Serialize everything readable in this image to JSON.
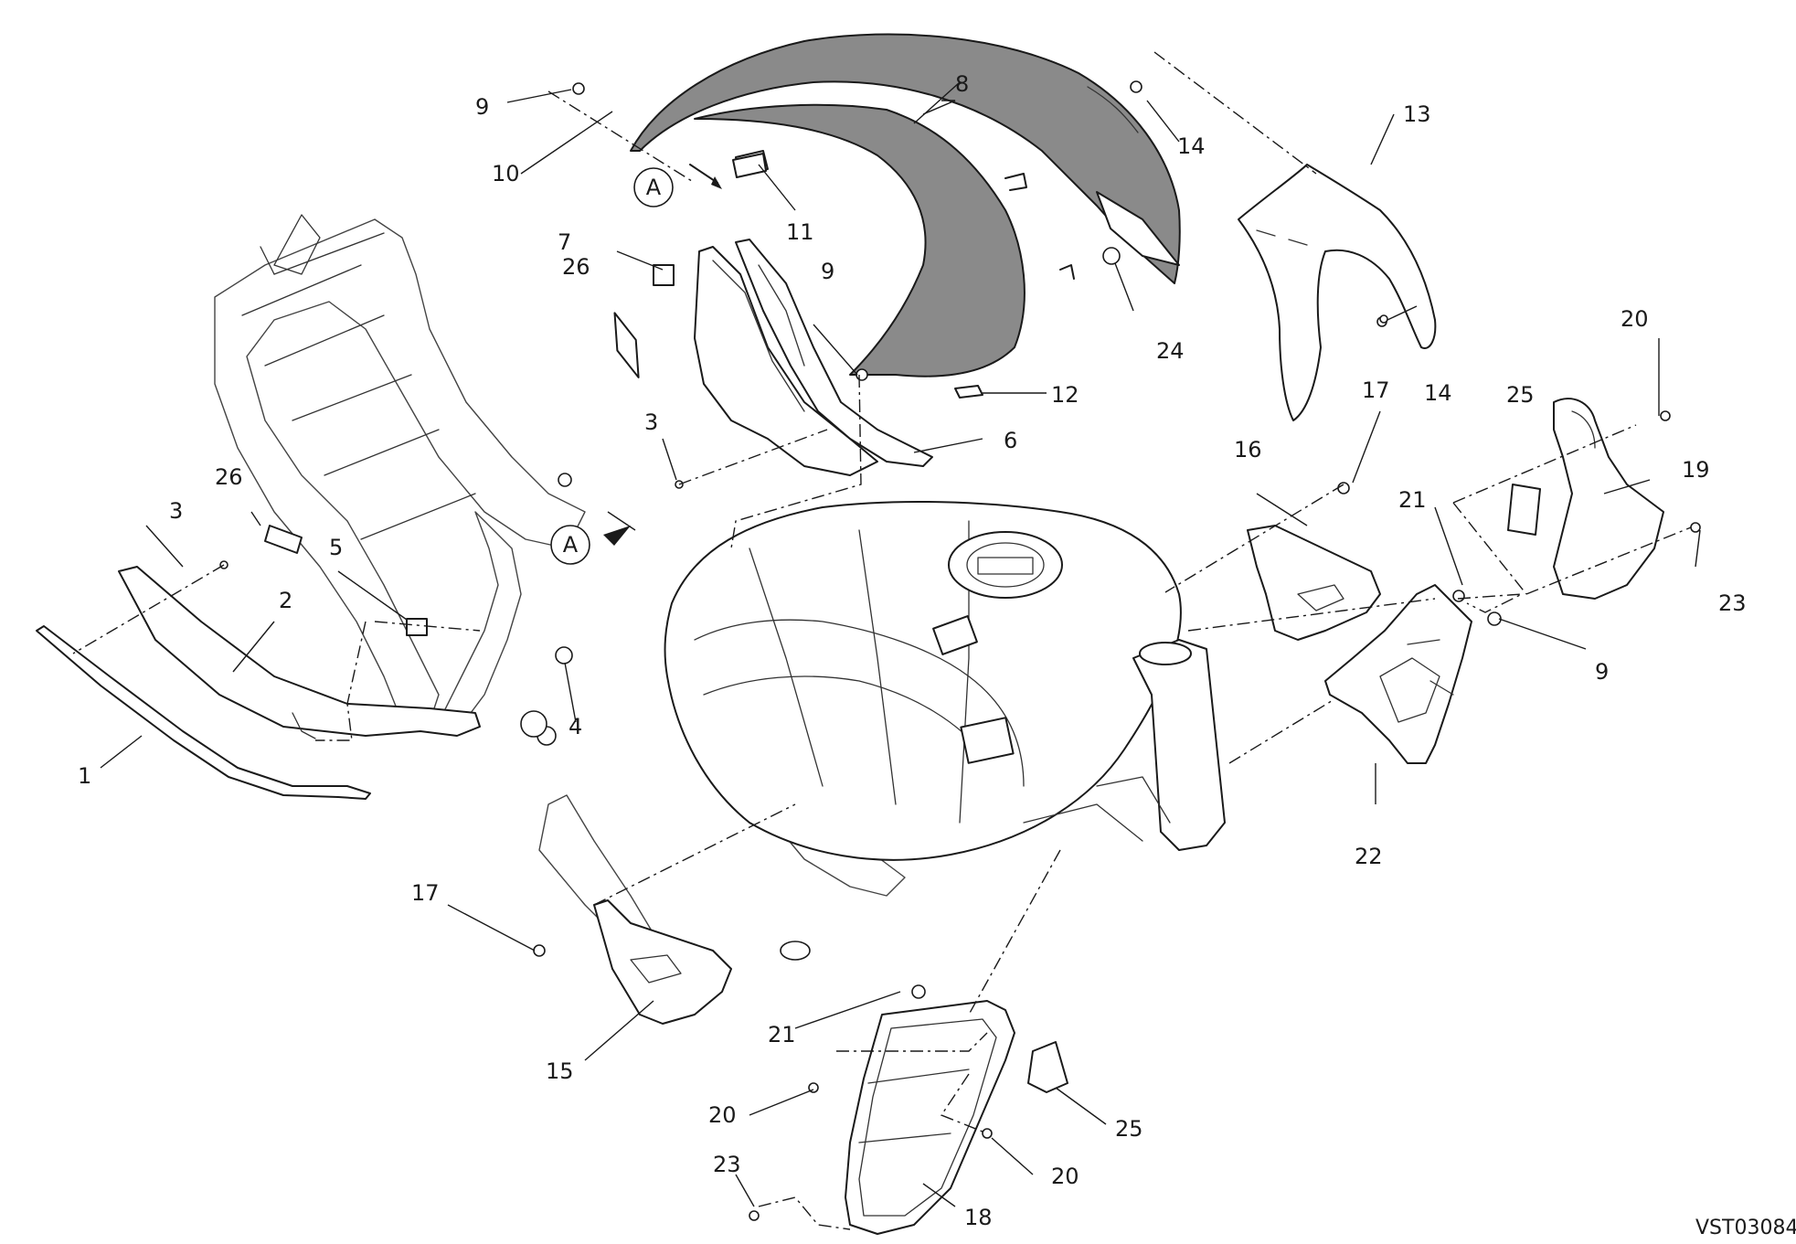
{
  "drawing_code": "VST03084",
  "reference_marker": "A",
  "callouts": {
    "c1": "1",
    "c2": "2",
    "c3a": "3",
    "c3b": "3",
    "c4": "4",
    "c5": "5",
    "c6": "6",
    "c7": "7",
    "c8": "8",
    "c9a": "9",
    "c9b": "9",
    "c9c": "9",
    "c10": "10",
    "c11": "11",
    "c12": "12",
    "c13": "13",
    "c14a": "14",
    "c14b": "14",
    "c15": "15",
    "c16": "16",
    "c17a": "17",
    "c17b": "17",
    "c18": "18",
    "c19": "19",
    "c20a": "20",
    "c20b": "20",
    "c20c": "20",
    "c21a": "21",
    "c21b": "21",
    "c22": "22",
    "c23a": "23",
    "c23b": "23",
    "c24": "24",
    "c25a": "25",
    "c25b": "25",
    "c26a": "26",
    "c26b": "26"
  }
}
